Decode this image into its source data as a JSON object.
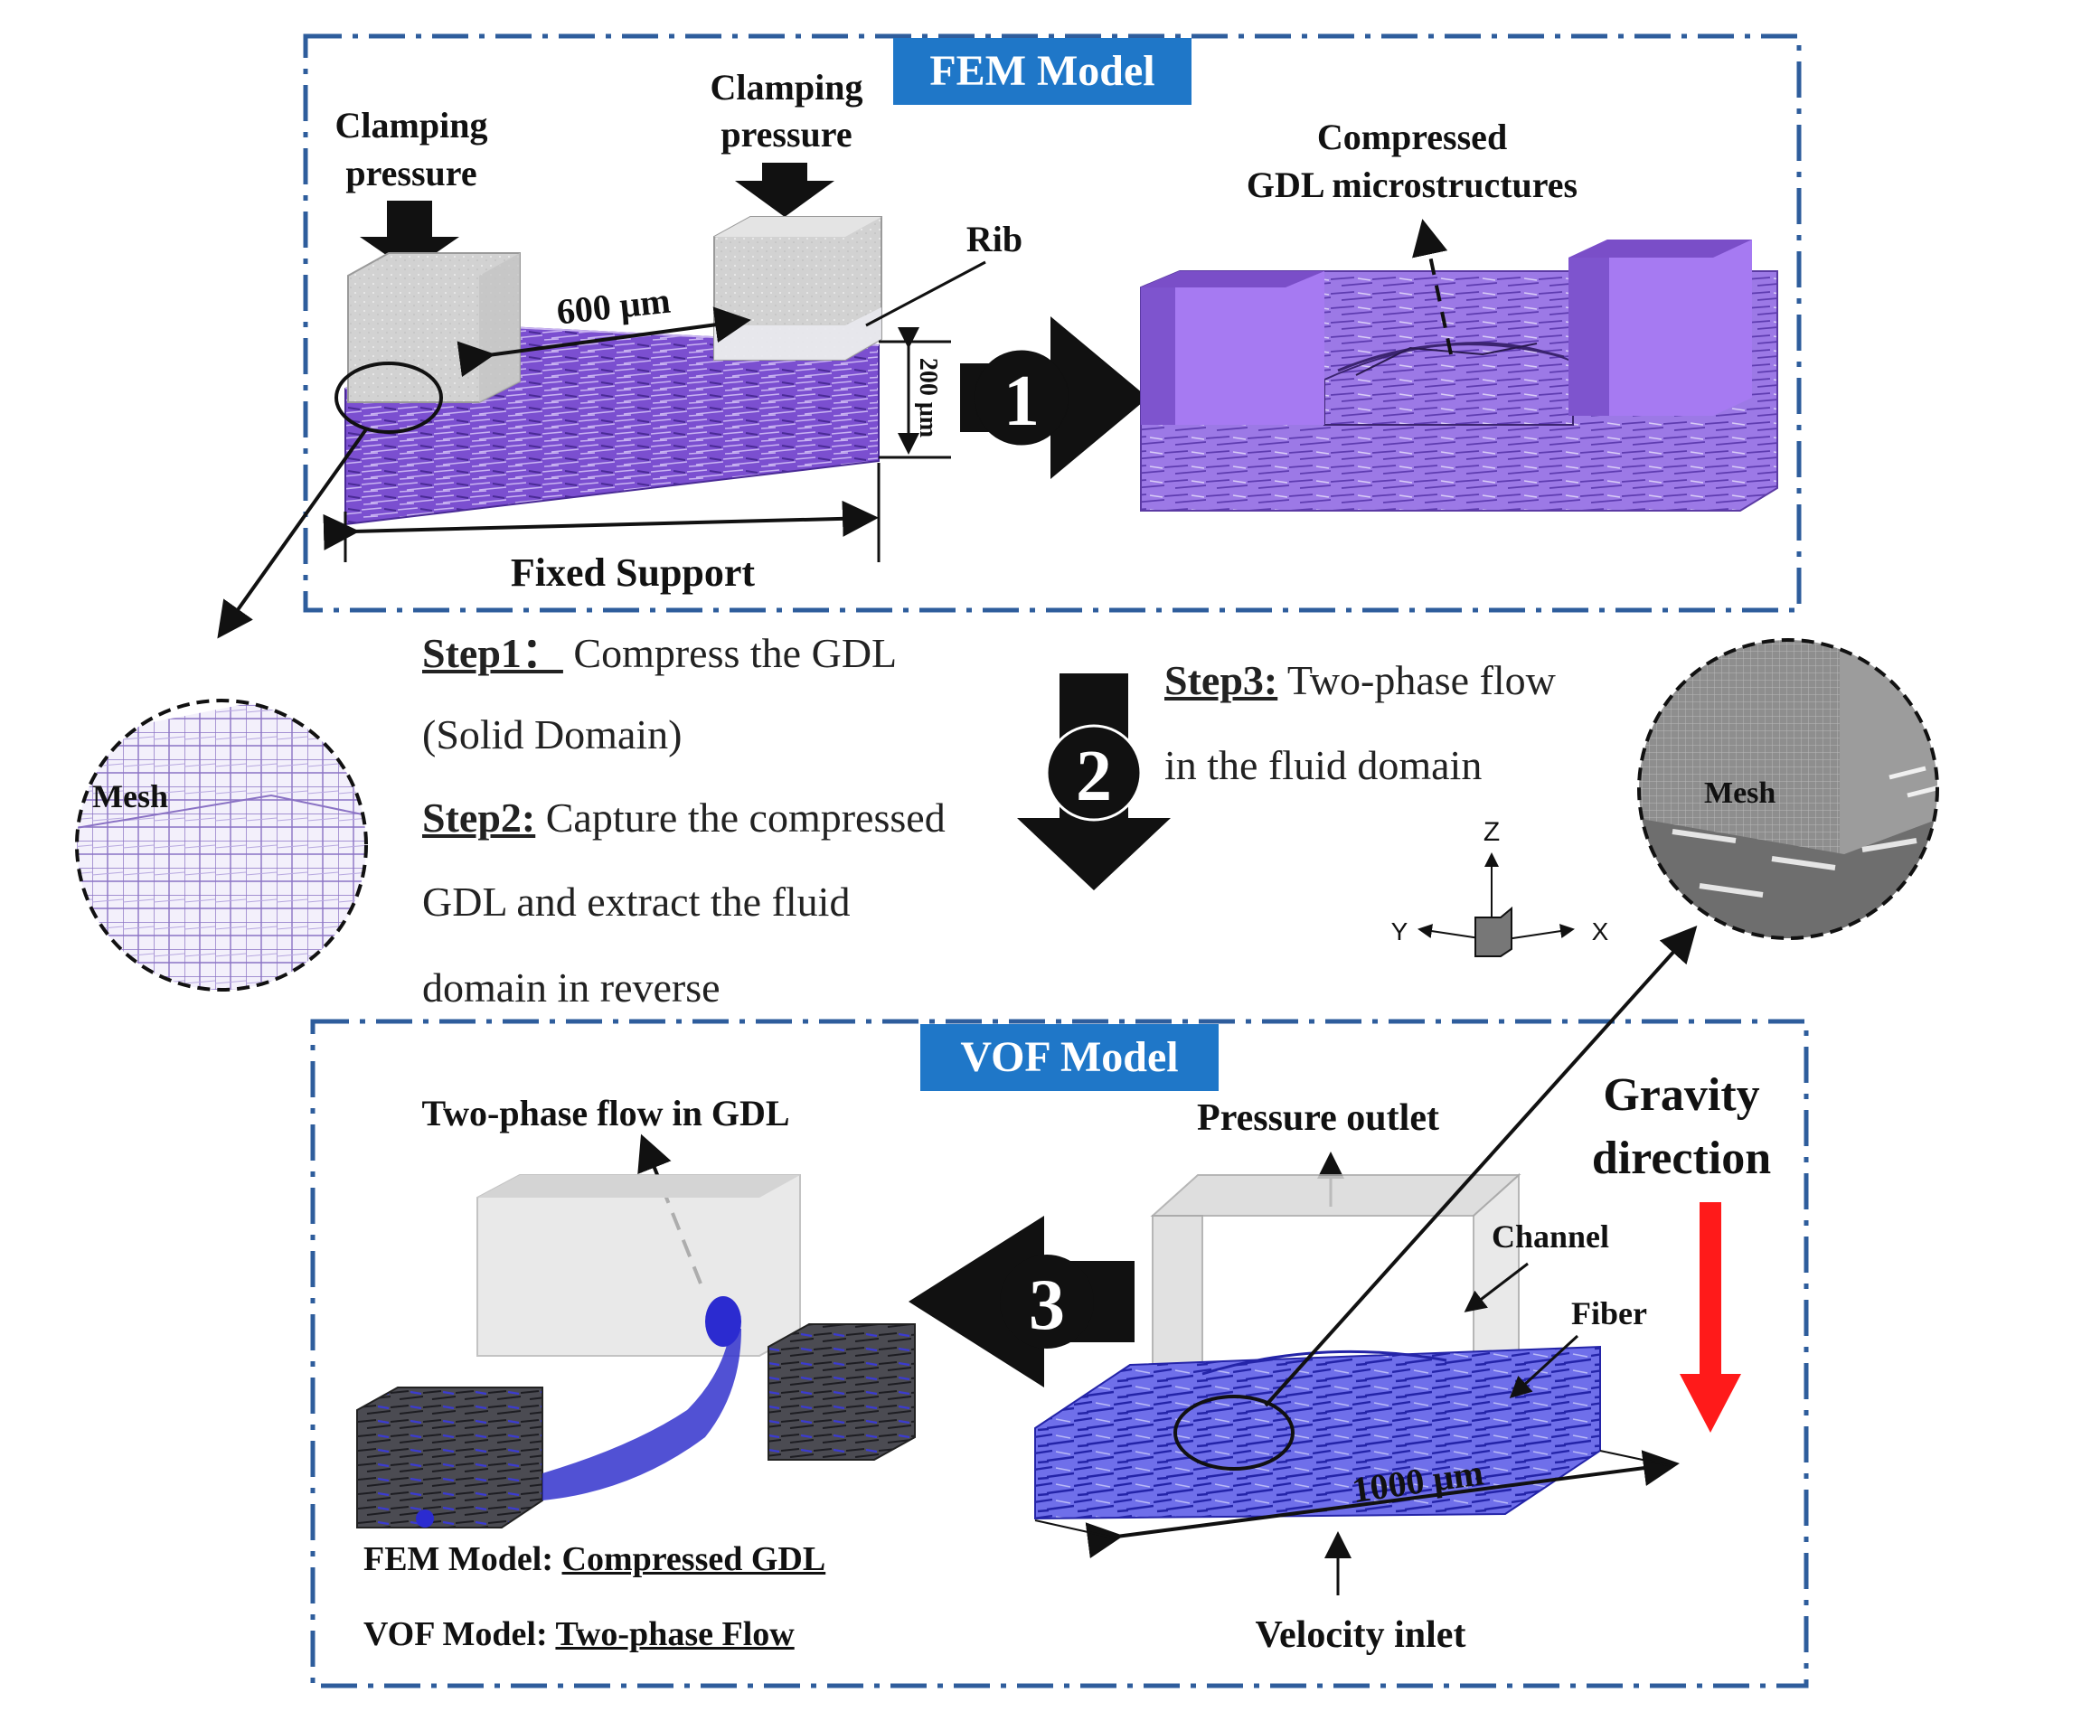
{
  "fem_box": {
    "title": "FEM Model",
    "clamping_left": [
      "Clamping",
      "pressure"
    ],
    "clamping_right": [
      "Clamping",
      "pressure"
    ],
    "rib": "Rib",
    "span": "600 μm",
    "thickness": "200 μm",
    "fixed_support": "Fixed Support",
    "compressed": [
      "Compressed",
      "GDL microstructures"
    ],
    "step_arrow": "1"
  },
  "steps": {
    "step1_head": "Step1：",
    "step1_text_a": " Compress the GDL",
    "step1_text_b": "(Solid Domain)",
    "step2_head": "Step2:",
    "step2_text_a": " Capture the compressed",
    "step2_text_b": "GDL and extract the fluid",
    "step2_text_c": "domain in reverse",
    "step3_head": "Step3:",
    "step3_text_a": " Two-phase flow",
    "step3_text_b": "in the fluid domain",
    "arrow2": "2"
  },
  "mesh_left": "Mesh",
  "mesh_right": "Mesh",
  "axes": {
    "z": "Z",
    "y": "Y",
    "x": "X"
  },
  "vof_box": {
    "title": "VOF Model",
    "two_phase": "Two-phase flow in GDL",
    "pressure_outlet": "Pressure outlet",
    "gravity": [
      "Gravity",
      "direction"
    ],
    "channel": "Channel",
    "fiber": "Fiber",
    "length": "1000 μm",
    "velocity_inlet": "Velocity inlet",
    "step_arrow": "3",
    "legend_fem_prefix": "FEM Model: ",
    "legend_fem_value": "Compressed GDL",
    "legend_vof_prefix": "VOF Model: ",
    "legend_vof_value": "Two-phase Flow"
  },
  "colors": {
    "frame": "#2e5d9c",
    "title_bg": "#1f77c8",
    "purple": "#8a5fd6",
    "purple_dark": "#5b3aa3",
    "blue_fluid": "#3333cc",
    "gravity_arrow": "#ff1a1a"
  }
}
